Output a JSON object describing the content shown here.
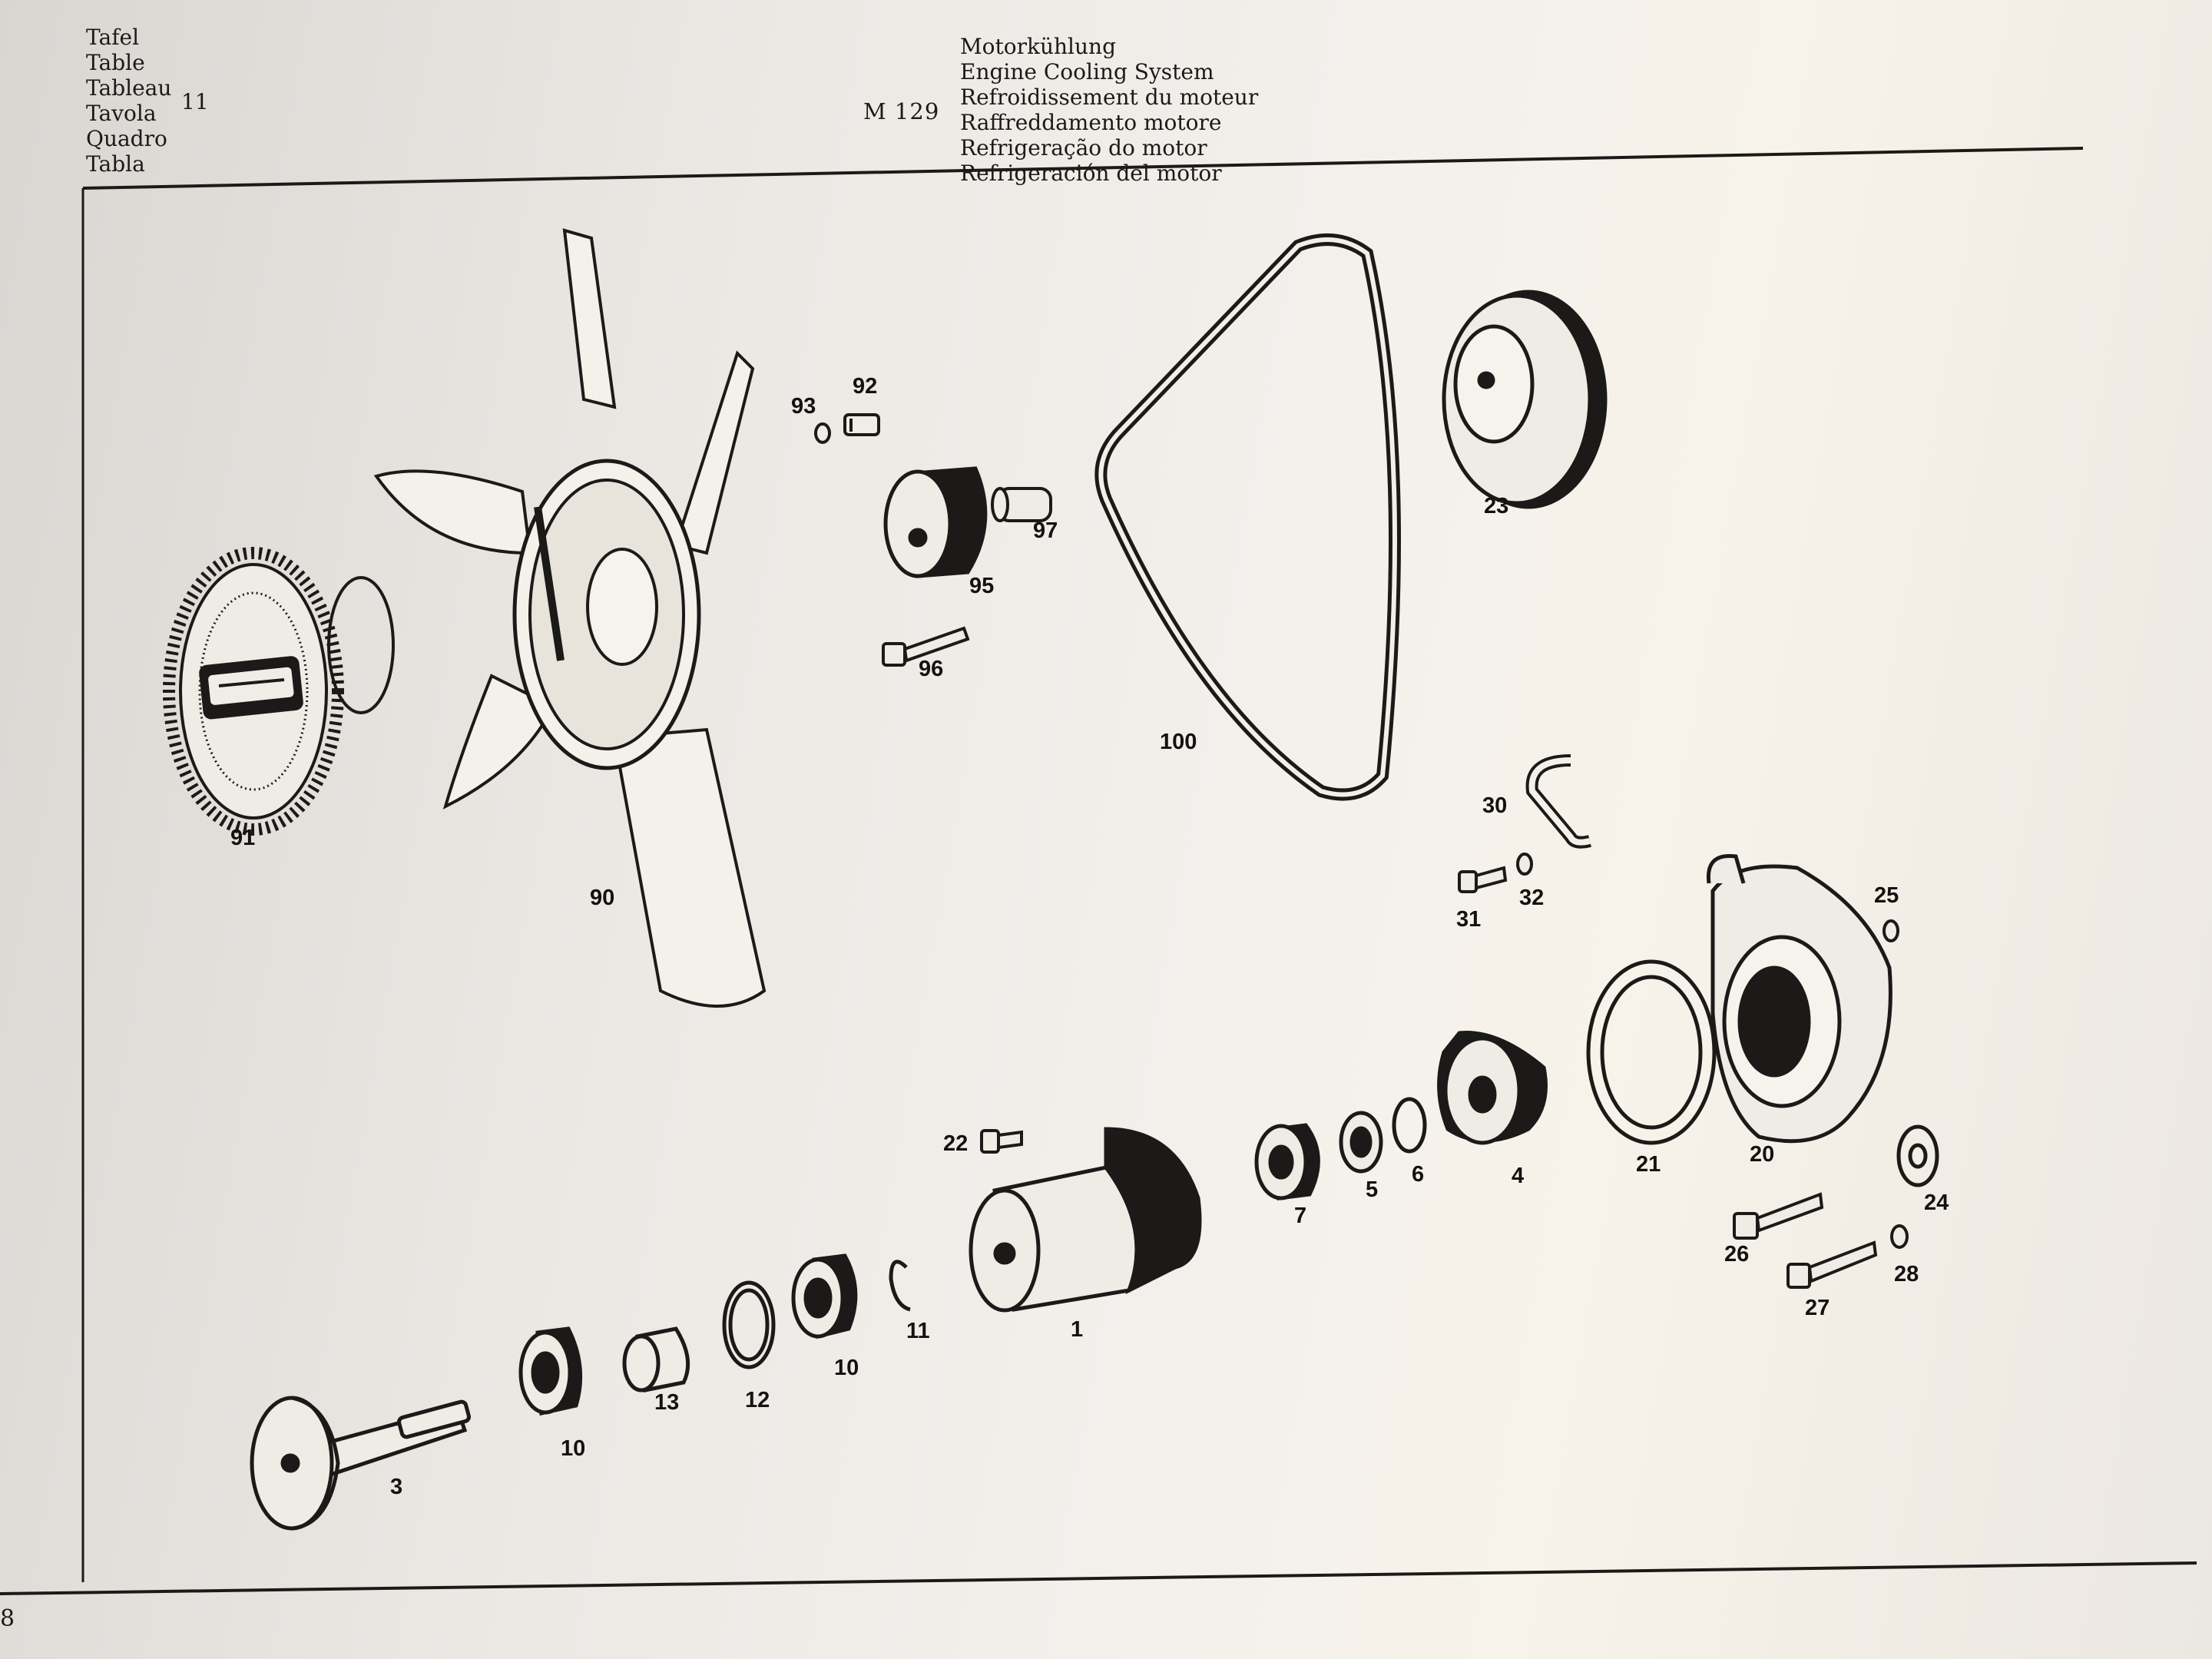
{
  "header": {
    "titles_left": [
      "Tafel",
      "Table",
      "Tableau",
      "Tavola",
      "Quadro",
      "Tabla"
    ],
    "table_number": "11",
    "model_code": "M 129",
    "titles_right": [
      "Motorkühlung",
      "Engine Cooling System",
      "Refroidissement du moteur",
      "Raffreddamento motore",
      "Refrigeração do motor",
      "Refrigeración del motor"
    ]
  },
  "parts": [
    {
      "id": "p91",
      "label": "91",
      "name": "fan clutch"
    },
    {
      "id": "p90",
      "label": "90",
      "name": "fan"
    },
    {
      "id": "p93",
      "label": "93",
      "name": "washer"
    },
    {
      "id": "p92",
      "label": "92",
      "name": "bolt"
    },
    {
      "id": "p95",
      "label": "95",
      "name": "hub"
    },
    {
      "id": "p97",
      "label": "97",
      "name": "sleeve"
    },
    {
      "id": "p96",
      "label": "96",
      "name": "bolt"
    },
    {
      "id": "p100",
      "label": "100",
      "name": "v-belt"
    },
    {
      "id": "p23",
      "label": "23",
      "name": "pulley"
    },
    {
      "id": "p30",
      "label": "30",
      "name": "bypass pipe"
    },
    {
      "id": "p31",
      "label": "31",
      "name": "bolt"
    },
    {
      "id": "p32",
      "label": "32",
      "name": "washer"
    },
    {
      "id": "p25",
      "label": "25",
      "name": "washer"
    },
    {
      "id": "p21",
      "label": "21",
      "name": "gasket"
    },
    {
      "id": "p20",
      "label": "20",
      "name": "pump housing"
    },
    {
      "id": "p24",
      "label": "24",
      "name": "flange gasket"
    },
    {
      "id": "p26",
      "label": "26",
      "name": "bolt"
    },
    {
      "id": "p27",
      "label": "27",
      "name": "bolt"
    },
    {
      "id": "p28",
      "label": "28",
      "name": "washer"
    },
    {
      "id": "p4",
      "label": "4",
      "name": "impeller"
    },
    {
      "id": "p6",
      "label": "6",
      "name": "ring"
    },
    {
      "id": "p5",
      "label": "5",
      "name": "seal"
    },
    {
      "id": "p7",
      "label": "7",
      "name": "bushing"
    },
    {
      "id": "p22",
      "label": "22",
      "name": "bolt"
    },
    {
      "id": "p1",
      "label": "1",
      "name": "water pump"
    },
    {
      "id": "p11",
      "label": "11",
      "name": "circlip"
    },
    {
      "id": "p10a",
      "label": "10",
      "name": "bearing"
    },
    {
      "id": "p12",
      "label": "12",
      "name": "retaining ring"
    },
    {
      "id": "p13",
      "label": "13",
      "name": "spacer"
    },
    {
      "id": "p10b",
      "label": "10",
      "name": "bearing"
    },
    {
      "id": "p3",
      "label": "3",
      "name": "shaft"
    }
  ],
  "page_number": "8",
  "colors": {
    "ink": "#1c1a18",
    "paper": "#f3f0ec"
  }
}
